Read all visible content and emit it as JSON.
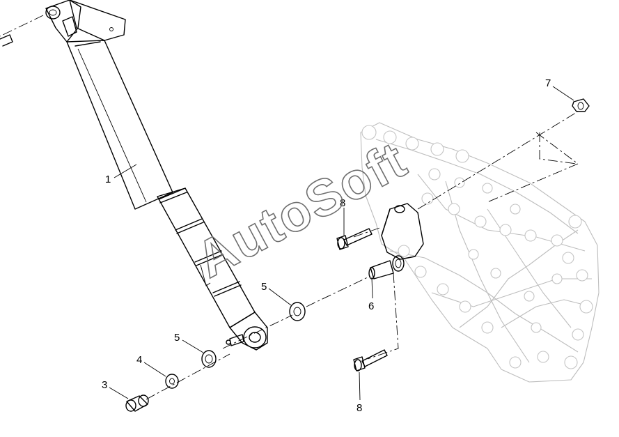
{
  "watermark": "AutoSoft",
  "callouts": {
    "c1": "1",
    "c3": "3",
    "c4": "4",
    "c5a": "5",
    "c5b": "5",
    "c6": "6",
    "c7": "7",
    "c8a": "8",
    "c8b": "8"
  }
}
